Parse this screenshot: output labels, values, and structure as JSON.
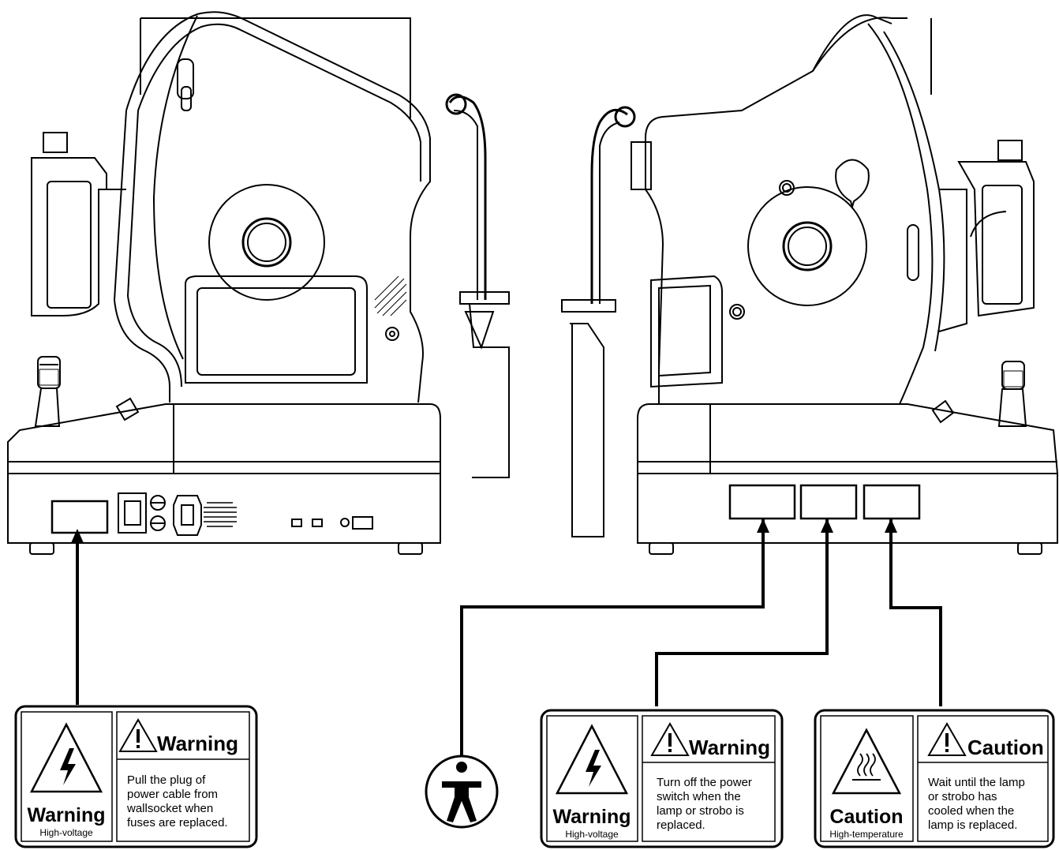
{
  "labels": [
    {
      "id": "left",
      "symbol_caption": "Warning",
      "symbol_subcaption": "High-voltage",
      "header": "Warning",
      "text_lines": [
        "Pull the plug of",
        "power cable from",
        "wallsocket when",
        "fuses are replaced."
      ]
    },
    {
      "id": "middle",
      "symbol_caption": "Warning",
      "symbol_subcaption": "High-voltage",
      "header": "Warning",
      "text_lines": [
        "Turn off the power",
        "switch when the",
        "lamp or strobo is",
        "replaced."
      ]
    },
    {
      "id": "right",
      "symbol_caption": "Caution",
      "symbol_subcaption": "High-temperature",
      "header": "Caution",
      "text_lines": [
        "Wait until the lamp",
        "or strobo has",
        "cooled when the",
        "lamp is replaced."
      ]
    }
  ],
  "icons": {
    "high_voltage": "lightning-triangle-icon",
    "exclamation": "exclamation-triangle-icon",
    "hot_surface": "hot-surface-triangle-icon",
    "applied_part": "type-b-applied-part-icon"
  },
  "colors": {
    "line": "#000000",
    "background": "#ffffff"
  }
}
